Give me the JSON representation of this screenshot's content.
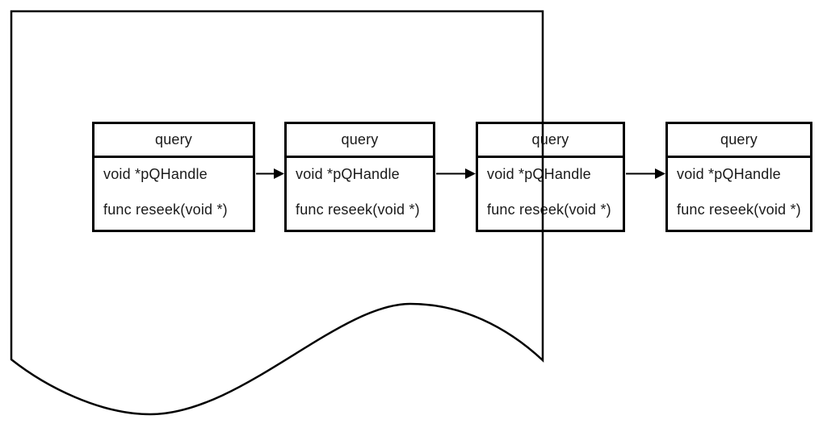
{
  "diagram": {
    "type": "linked-list-of-structs",
    "background_color": "#ffffff",
    "line_color": "#000000",
    "nodes": [
      {
        "title": "query",
        "fields": [
          "void *pQHandle",
          "func reseek(void *)"
        ]
      },
      {
        "title": "query",
        "fields": [
          "void *pQHandle",
          "func reseek(void *)"
        ]
      },
      {
        "title": "query",
        "fields": [
          "void *pQHandle",
          "func reseek(void *)"
        ]
      },
      {
        "title": "query",
        "fields": [
          "void *pQHandle",
          "func reseek(void *)"
        ]
      }
    ],
    "connectors": [
      {
        "from": 0,
        "to": 1,
        "style": "solid-arrow-right"
      },
      {
        "from": 1,
        "to": 2,
        "style": "solid-arrow-right"
      },
      {
        "from": 2,
        "to": 3,
        "style": "solid-arrow-right"
      }
    ],
    "outline": {
      "shape": "page-outline-with-wavy-torn-bottom"
    }
  }
}
